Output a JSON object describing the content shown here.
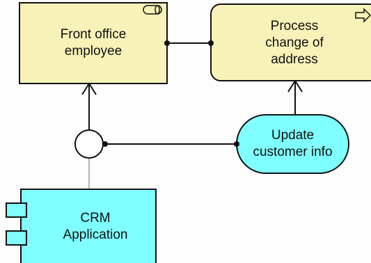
{
  "diagram": {
    "nodes": {
      "front_office_employee": {
        "label": "Front office\nemployee",
        "type": "business-role",
        "fill": "#f7f3b8"
      },
      "process_change_of_address": {
        "label": "Process\nchange of\naddress",
        "type": "business-process",
        "fill": "#f7f3b8"
      },
      "update_customer_info": {
        "label": "Update\ncustomer info",
        "type": "application-service",
        "fill": "#7fffff"
      },
      "crm_application": {
        "label": "CRM\nApplication",
        "type": "application-component",
        "fill": "#7fffff"
      },
      "interface": {
        "type": "application-interface",
        "fill": "#ffffff"
      }
    },
    "colors": {
      "stroke": "#111111",
      "interface_link": "#9a9a9a"
    }
  }
}
